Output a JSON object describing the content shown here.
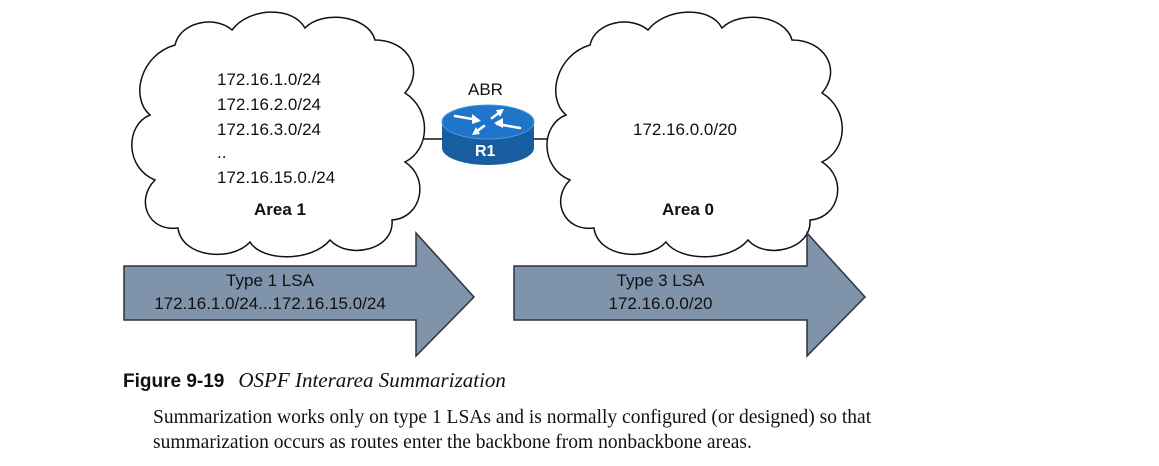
{
  "area1": {
    "routes": [
      "172.16.1.0/24",
      "172.16.2.0/24",
      "172.16.3.0/24",
      "..",
      "172.16.15.0./24"
    ],
    "label": "Area 1"
  },
  "router": {
    "role_label": "ABR",
    "name": "R1"
  },
  "area0": {
    "route": "172.16.0.0/20",
    "label": "Area 0"
  },
  "arrow1": {
    "line1": "Type 1 LSA",
    "line2": "172.16.1.0/24...172.16.15.0/24"
  },
  "arrow2": {
    "line1": "Type 3 LSA",
    "line2": "172.16.0.0/20"
  },
  "figure": {
    "number": "Figure 9-19",
    "title": "OSPF Interarea Summarization"
  },
  "paragraph": {
    "line1": "Summarization works only on type 1 LSAs and is normally configured (or designed) so that",
    "line2": "summarization occurs as routes enter the backbone from nonbackbone areas."
  },
  "colors": {
    "arrow_fill": "#7f93aa",
    "router_blue": "#1f75c9",
    "router_dark": "#185d9f"
  }
}
